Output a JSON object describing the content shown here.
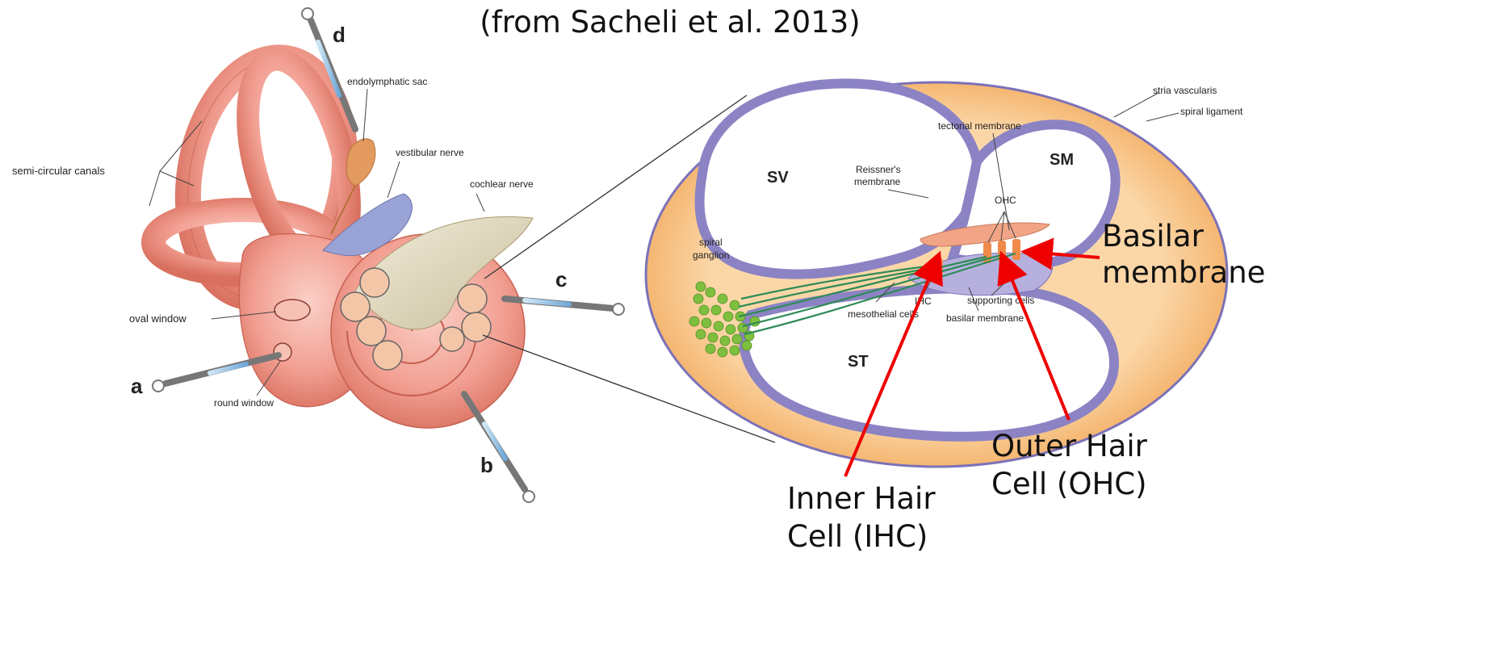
{
  "header": {
    "citation": "(from Sacheli et al. 2013)"
  },
  "left_figure": {
    "labels": {
      "semicircular_canals": "semi-circular canals",
      "endolymphatic_sac": "endolymphatic sac",
      "vestibular_nerve": "vestibular nerve",
      "cochlear_nerve": "cochlear nerve",
      "oval_window": "oval window",
      "round_window": "round window"
    },
    "injection_sites": {
      "a": "a",
      "b": "b",
      "c": "c",
      "d": "d"
    }
  },
  "right_figure": {
    "labels": {
      "stria_vascularis": "stria vascularis",
      "spiral_ligament": "spiral ligament",
      "tectorial_membrane": "tectorial membrane",
      "reissners_membrane_1": "Reissner's",
      "reissners_membrane_2": "membrane",
      "ohc": "OHC",
      "ihc": "IHC",
      "supporting_cells": "supporting cells",
      "mesothelial_cells": "mesothelial cells",
      "basilar_membrane_small": "basilar membrane",
      "spiral_ganglion_1": "spiral",
      "spiral_ganglion_2": "ganglion"
    },
    "compartments": {
      "sv": "SV",
      "sm": "SM",
      "st": "ST"
    }
  },
  "annotations": {
    "basilar_membrane_line1": "Basilar",
    "basilar_membrane_line2": "membrane",
    "ohc_line1": "Outer Hair",
    "ohc_line2": "Cell (OHC)",
    "ihc_line1": "Inner Hair",
    "ihc_line2": "Cell (IHC)"
  },
  "colors": {
    "cochlea_pink": "#f2a093",
    "cochlea_dark": "#d9705f",
    "nerve_blue": "#9aa3d6",
    "cochlear_nerve_tan": "#e6dfc7",
    "orange_bone": "#f5b46b",
    "membrane_purple": "#9b94cf",
    "ganglion_green": "#7fbf3f",
    "fiber_green": "#2e8b57",
    "arrow_red": "#ee0000"
  }
}
